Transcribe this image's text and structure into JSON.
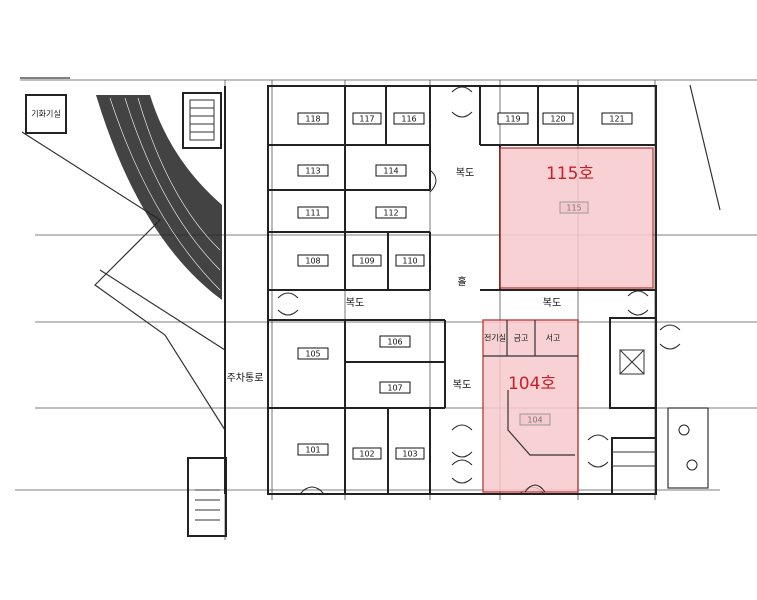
{
  "rooms": {
    "r118": "118",
    "r117": "117",
    "r116": "116",
    "r119": "119",
    "r120": "120",
    "r121": "121",
    "r113": "113",
    "r114": "114",
    "r111": "111",
    "r112": "112",
    "r108": "108",
    "r109": "109",
    "r110": "110",
    "r105": "105",
    "r106": "106",
    "r107": "107",
    "r101": "101",
    "r102": "102",
    "r103": "103",
    "r115_small": "115",
    "r104_small": "104"
  },
  "labels": {
    "mech_room": "기화기실",
    "corridor_1": "복도",
    "corridor_2": "복도",
    "corridor_3": "복도",
    "corridor_4": "복도",
    "hall": "홀",
    "parking_passage": "주차통로",
    "small_a": "전기실",
    "small_b": "금고",
    "small_c": "서고",
    "highlight_115": "115호",
    "highlight_104": "104호"
  },
  "colors": {
    "highlight": "#f6c9cc",
    "highlight_text": "#c8202a"
  }
}
